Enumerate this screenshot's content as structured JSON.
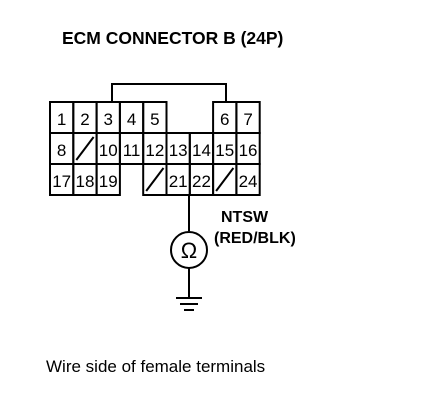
{
  "title": "ECM CONNECTOR B (24P)",
  "caption": "Wire side of female terminals",
  "wire": {
    "name": "NTSW",
    "color": "(RED/BLK)"
  },
  "meter_symbol": "Ω",
  "meter_icon": "ohmmeter-icon",
  "ground_icon": "ground-icon",
  "rows": [
    [
      {
        "label": "1"
      },
      {
        "label": "2"
      },
      {
        "label": "3"
      },
      {
        "label": "4"
      },
      {
        "label": "5"
      },
      {
        "gap": true
      },
      {
        "label": "6"
      },
      {
        "label": "7"
      }
    ],
    [
      {
        "label": "8"
      },
      {
        "empty": true
      },
      {
        "label": "10"
      },
      {
        "label": "11"
      },
      {
        "label": "12"
      },
      {
        "label": "13"
      },
      {
        "label": "14"
      },
      {
        "label": "15"
      },
      {
        "label": "16"
      }
    ],
    [
      {
        "label": "17"
      },
      {
        "label": "18"
      },
      {
        "label": "19"
      },
      {
        "gap": true
      },
      {
        "empty": true
      },
      {
        "label": "21"
      },
      {
        "label": "22"
      },
      {
        "empty": true
      },
      {
        "label": "24"
      }
    ]
  ]
}
